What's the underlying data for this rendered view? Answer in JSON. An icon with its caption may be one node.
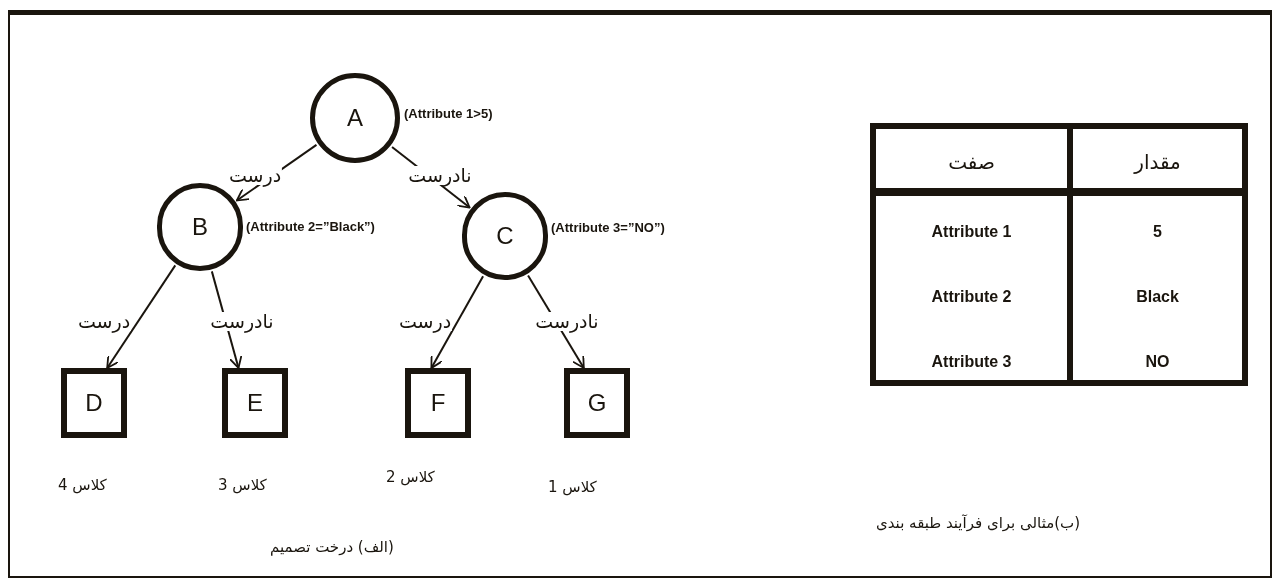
{
  "diagram": {
    "nodes": [
      {
        "text": [
          "A"
        ],
        "beside": [
          "(Attribute 1>5)"
        ]
      },
      {
        "text": [
          "B"
        ],
        "beside": [
          "(Attribute 2=”Black”)"
        ]
      },
      {
        "text": [
          "C"
        ],
        "beside": [
          "(Attribute 3=”NO”)"
        ]
      },
      {
        "text": [
          "D"
        ],
        "beside": [
          "کلاس 4"
        ]
      },
      {
        "text": [
          "E"
        ],
        "beside": [
          "کلاس 3"
        ]
      },
      {
        "text": [
          "F"
        ],
        "beside": [
          "کلاس 2"
        ]
      },
      {
        "text": [
          "G"
        ],
        "beside": [
          "کلاس 1"
        ]
      }
    ],
    "edges": [
      {
        "from": 0,
        "to": 1,
        "arrow": "to",
        "label": "درست"
      },
      {
        "from": 0,
        "to": 2,
        "arrow": "to",
        "label": "نادرست"
      },
      {
        "from": 1,
        "to": 3,
        "arrow": "to",
        "label": "درست"
      },
      {
        "from": 1,
        "to": 4,
        "arrow": "to",
        "label": "نادرست"
      },
      {
        "from": 2,
        "to": 5,
        "arrow": "to",
        "label": "درست"
      },
      {
        "from": 2,
        "to": 6,
        "arrow": "to",
        "label": "نادرست"
      }
    ],
    "labels": [
      "صفت",
      "مقدار",
      "Attribute 1",
      "5",
      "Attribute 2",
      "Black",
      "Attribute 3",
      "NO",
      "(الف) درخت تصمیم",
      "(ب)مثالی برای فرآیند طبقه بندی"
    ]
  }
}
